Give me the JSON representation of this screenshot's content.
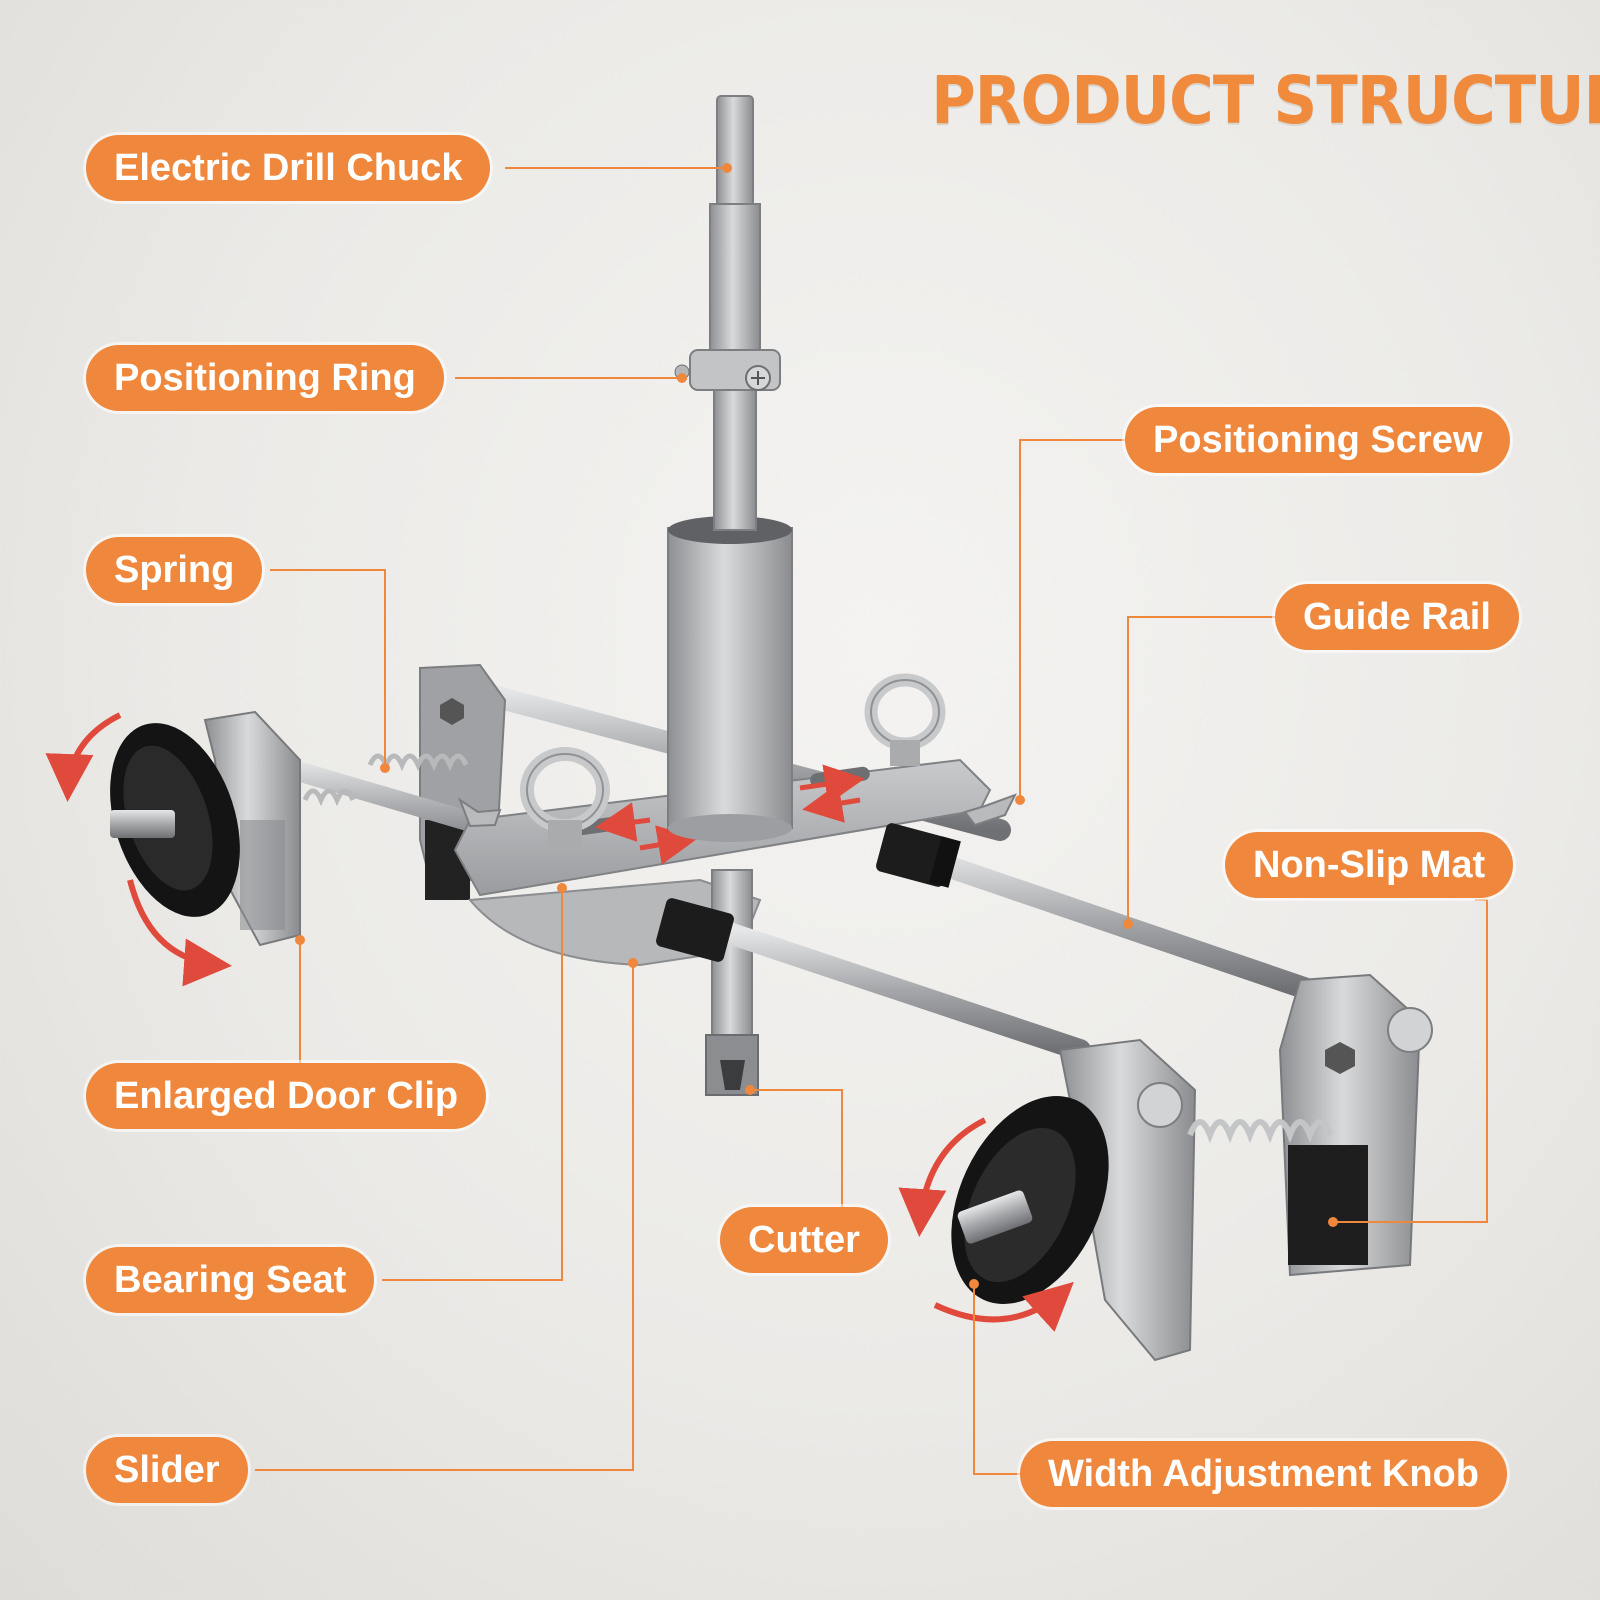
{
  "title": "PRODUCT STRUCTURE",
  "labels": {
    "electric_drill_chuck": "Electric Drill Chuck",
    "positioning_ring": "Positioning Ring",
    "positioning_screw": "Positioning Screw",
    "spring": "Spring",
    "guide_rail": "Guide Rail",
    "non_slip_mat": "Non-Slip Mat",
    "enlarged_door_clip": "Enlarged Door Clip",
    "cutter": "Cutter",
    "bearing_seat": "Bearing Seat",
    "slider": "Slider",
    "width_adjustment_knob": "Width Adjustment Knob"
  },
  "colors": {
    "accent": "#ef873d",
    "metal": "#a9abad",
    "rubber": "#1a1a1a",
    "arrow": "#e04a3c"
  }
}
